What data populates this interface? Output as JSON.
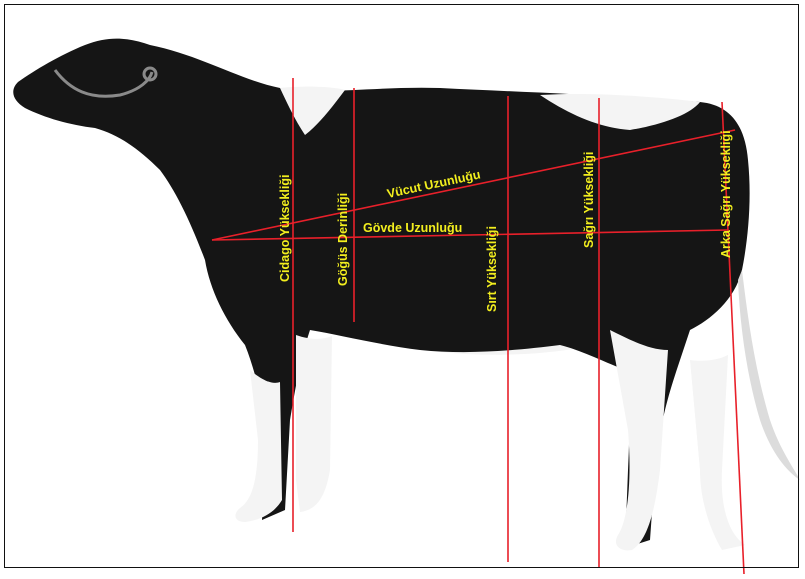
{
  "diagram": {
    "subject": "holstein-cow",
    "colors": {
      "line": "#e8202a",
      "label": "#f2ee1e",
      "coat_dark": "#151515",
      "coat_light": "#f4f4f4",
      "frame": "#111111"
    },
    "labels": {
      "cidago": "Cidago Yüksekliği",
      "gogus": "Göğüs Derinliği",
      "vucut": "Vücut Uzunluğu",
      "govde": "Gövde Uzunluğu",
      "sirt": "Sırt Yüksekliği",
      "sagri": "Sağrı Yüksekliği",
      "arka_sagri": "Arka Sağrı Yüksekliği"
    }
  }
}
